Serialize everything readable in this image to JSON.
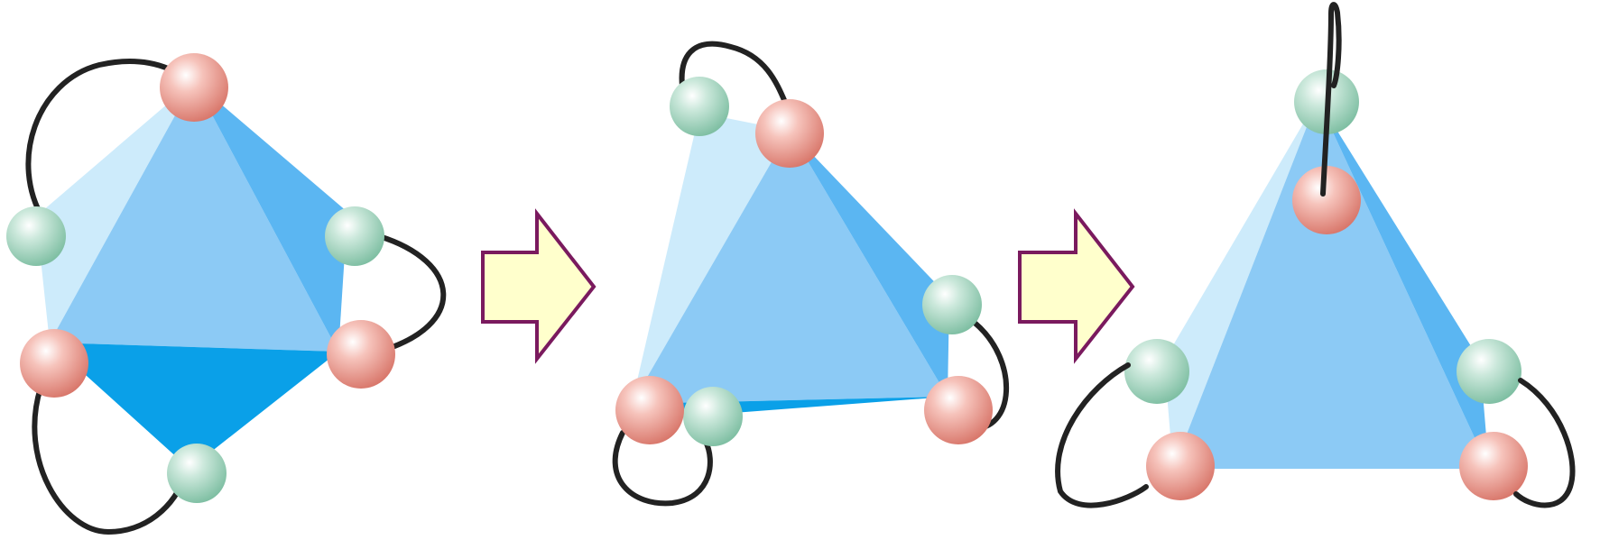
{
  "diagram": {
    "stages": [
      {
        "name": "stage-1-octahedron",
        "red_spheres": 3,
        "green_spheres": 3
      },
      {
        "name": "stage-2-intermediate",
        "red_spheres": 3,
        "green_spheres": 3
      },
      {
        "name": "stage-3-trigonal-prism",
        "red_spheres": 3,
        "green_spheres": 3
      }
    ],
    "arrows": 2,
    "colors": {
      "face_light": "#cdebfb",
      "face_mid": "#8ccaf5",
      "face_dark": "#5bb6f2",
      "face_bottom": "#0aa0e8",
      "sphere_red": "#e8948a",
      "sphere_green": "#9fd4bd",
      "loop": "#222222",
      "arrow_fill": "#ffffcc",
      "arrow_stroke": "#7a1a5e"
    }
  }
}
